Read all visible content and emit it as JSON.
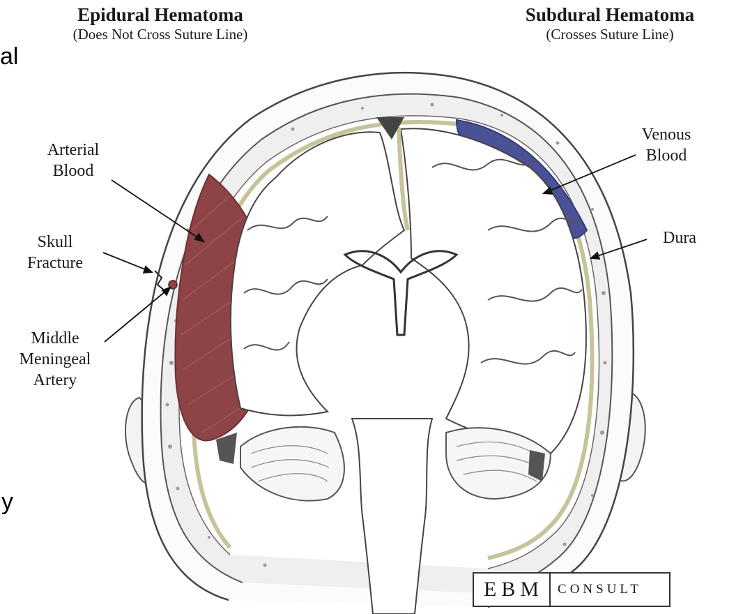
{
  "headers": {
    "epidural": {
      "title": "Epidural Hematoma",
      "subtitle": "(Does Not Cross Suture Line)"
    },
    "subdural": {
      "title": "Subdural Hematoma",
      "subtitle": "(Crosses Suture Line)"
    }
  },
  "labels": {
    "arterial_blood": [
      "Arterial",
      "Blood"
    ],
    "skull_fracture": [
      "Skull",
      "Fracture"
    ],
    "middle_meningeal_artery": [
      "Middle",
      "Meningeal",
      "Artery"
    ],
    "venous_blood": [
      "Venous",
      "Blood"
    ],
    "dura": [
      "Dura"
    ]
  },
  "edge_fragments": {
    "top": "al",
    "bottom": "y"
  },
  "logo": {
    "main": "EBM",
    "sub": "CONSULT"
  },
  "colors": {
    "arterial_blood": "#8e4446",
    "venous_blood": "#4a5196",
    "dura": "#c7c39a"
  }
}
